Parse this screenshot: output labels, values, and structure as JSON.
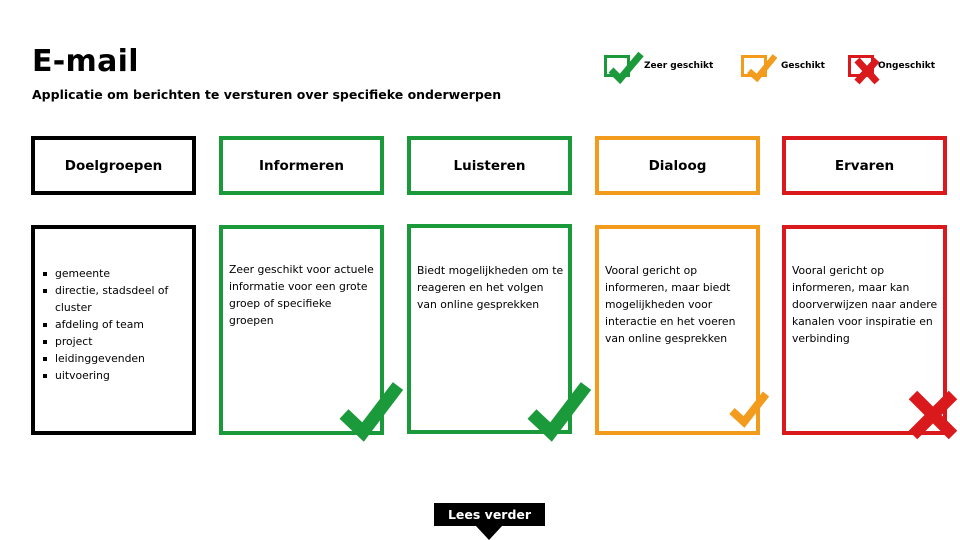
{
  "header": {
    "title": "E-mail",
    "subtitle": "Applicatie om berichten te versturen over specifieke onderwerpen"
  },
  "legend": [
    {
      "label": "Zeer geschikt",
      "color": "#1a9a3a",
      "icon": "check-icon"
    },
    {
      "label": "Geschikt",
      "color": "#f29b1d",
      "icon": "check-icon"
    },
    {
      "label": "Ongeschikt",
      "color": "#d9191c",
      "icon": "cross-icon"
    }
  ],
  "columns": [
    {
      "title": "Doelgroepen",
      "color": "#000000"
    },
    {
      "title": "Informeren",
      "color": "#1a9a3a",
      "rating_icon": "check-icon",
      "text": "Zeer geschikt voor actuele informatie voor een grote groep of specifieke groepen"
    },
    {
      "title": "Luisteren",
      "color": "#1a9a3a",
      "rating_icon": "check-icon",
      "text": "Biedt mogelijkheden om te reageren en het volgen van online gesprekken"
    },
    {
      "title": "Dialoog",
      "color": "#f29b1d",
      "rating_icon": "check-icon",
      "text": "Vooral gericht op informeren, maar biedt mogelijkheden voor interactie en het voeren van online gesprekken"
    },
    {
      "title": "Ervaren",
      "color": "#d9191c",
      "rating_icon": "cross-icon",
      "text": "Vooral gericht op informeren, maar kan doorverwijzen naar andere kanalen voor inspiratie en verbinding"
    }
  ],
  "doelgroepen": [
    "gemeente",
    "directie, stadsdeel of cluster",
    "afdeling of team",
    "project",
    "leidinggevenden",
    "uitvoering"
  ],
  "cta": {
    "label": "Lees verder"
  }
}
